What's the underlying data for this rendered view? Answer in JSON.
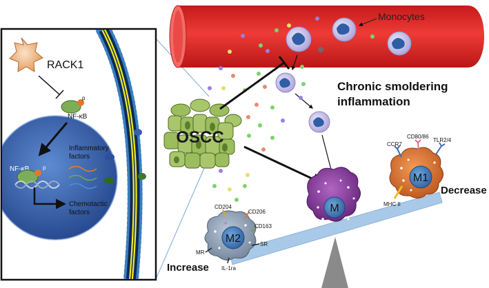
{
  "inset": {
    "rack1_label": "RACK1",
    "nfkb_label_top": "NF-κB",
    "p_label_top": "p",
    "nfkb_label_nucleus": "NF-κB",
    "p_label_nucleus": "p",
    "inflammatory_label_line1": "Inflammatory",
    "inflammatory_label_line2": "factors",
    "chemotactic_label_line1": "Chemotactic",
    "chemotactic_label_line2": "factors"
  },
  "main": {
    "monocytes_label": "Monocytes",
    "oscc_label": "OSCC",
    "inflammation_line1": "Chronic smoldering",
    "inflammation_line2": "inflammation",
    "m_label": "M",
    "m1_label": "M1",
    "m2_label": "M2",
    "increase_label": "Increase",
    "decrease_label": "Decrease",
    "m1_markers": {
      "ccr7": "CCR7",
      "cd80_86": "CD80/86",
      "tlr2_4": "TLR2/4",
      "mhc2": "MHC II"
    },
    "m2_markers": {
      "cd204": "CD204",
      "cd206": "CD206",
      "cd163": "CD163",
      "sr": "SR",
      "mr": "MR",
      "il1ra": "IL-1ra"
    }
  },
  "colors": {
    "vessel": "#e02a2a",
    "vessel_dark": "#b01818",
    "membrane_yellow": "#f2ea1c",
    "membrane_dot": "#3a7fc1",
    "nucleus": "#2f5aa6",
    "seesaw": "#a9c9e8",
    "fulcrum": "#8a8a8a",
    "m_cell": "#8a3a9c",
    "m1_cell": "#e07030",
    "m2_cell": "#8aa0bb",
    "oscc": "#a7c06a"
  }
}
